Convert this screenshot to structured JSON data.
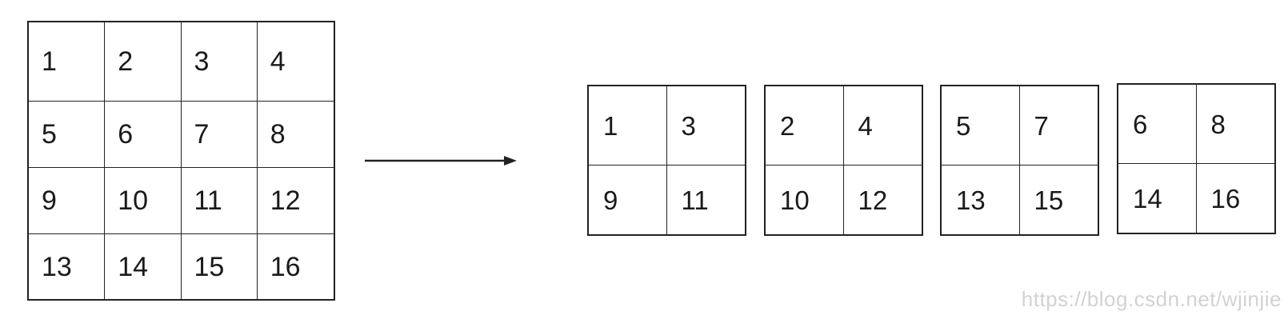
{
  "source_grid": {
    "cells": [
      "1",
      "2",
      "3",
      "4",
      "5",
      "6",
      "7",
      "8",
      "9",
      "10",
      "11",
      "12",
      "13",
      "14",
      "15",
      "16"
    ]
  },
  "sub_grids": [
    {
      "cells": [
        "1",
        "3",
        "9",
        "11"
      ]
    },
    {
      "cells": [
        "2",
        "4",
        "10",
        "12"
      ]
    },
    {
      "cells": [
        "5",
        "7",
        "13",
        "15"
      ]
    },
    {
      "cells": [
        "6",
        "8",
        "14",
        "16"
      ]
    }
  ],
  "watermark": "https://blog.csdn.net/wjinjie",
  "colors": {
    "line": "#222222",
    "text": "#1a1a1a",
    "watermark": "#d2d2d2",
    "background": "#ffffff"
  }
}
